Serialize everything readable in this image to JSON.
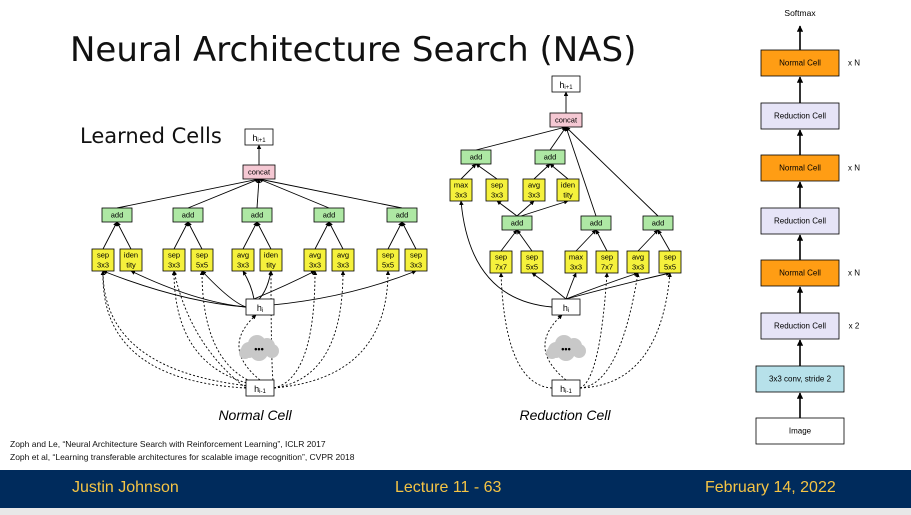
{
  "slide": {
    "title": "Neural Architecture Search (NAS)",
    "subtitle": "Learned Cells",
    "citations": [
      "Zoph and Le, “Neural Architecture Search with Reinforcement Learning”, ICLR 2017",
      "Zoph et al, “Learning transferable architectures for scalable image recognition”, CVPR 2018"
    ]
  },
  "footer": {
    "author": "Justin Johnson",
    "lecture": "Lecture 11 - 63",
    "date": "February 14, 2022"
  },
  "normal_cell": {
    "caption": "Normal Cell",
    "output": "h_{i+1}",
    "concat": "concat",
    "hi": "h_i",
    "hprev": "h_{i-1}",
    "cloud": "•••",
    "adds": [
      "add",
      "add",
      "add",
      "add",
      "add"
    ],
    "ops": [
      [
        "sep",
        "3x3"
      ],
      [
        "iden",
        "tity"
      ],
      [
        "sep",
        "3x3"
      ],
      [
        "sep",
        "5x5"
      ],
      [
        "avg",
        "3x3"
      ],
      [
        "iden",
        "tity"
      ],
      [
        "avg",
        "3x3"
      ],
      [
        "avg",
        "3x3"
      ],
      [
        "sep",
        "5x5"
      ],
      [
        "sep",
        "3x3"
      ]
    ]
  },
  "reduction_cell": {
    "caption": "Reduction Cell",
    "output": "h_{i+1}",
    "concat": "concat",
    "hi": "h_i",
    "hprev": "h_{i-1}",
    "cloud": "•••",
    "adds": [
      "add",
      "add",
      "add",
      "add",
      "add"
    ],
    "upper_ops": [
      [
        "max",
        "3x3"
      ],
      [
        "sep",
        "3x3"
      ],
      [
        "avg",
        "3x3"
      ],
      [
        "iden",
        "tity"
      ]
    ],
    "lower_ops": [
      [
        "sep",
        "7x7"
      ],
      [
        "sep",
        "5x5"
      ],
      [
        "max",
        "3x3"
      ],
      [
        "sep",
        "7x7"
      ],
      [
        "avg",
        "3x3"
      ],
      [
        "sep",
        "5x5"
      ]
    ]
  },
  "stack": {
    "top_label": "Softmax",
    "blocks": [
      {
        "label": "Normal Cell",
        "mult": "x N",
        "kind": "normal"
      },
      {
        "label": "Reduction Cell",
        "mult": "",
        "kind": "reduction"
      },
      {
        "label": "Normal Cell",
        "mult": "x N",
        "kind": "normal"
      },
      {
        "label": "Reduction Cell",
        "mult": "",
        "kind": "reduction"
      },
      {
        "label": "Normal Cell",
        "mult": "x N",
        "kind": "normal"
      },
      {
        "label": "Reduction Cell",
        "mult": "x 2",
        "kind": "reduction"
      },
      {
        "label": "3x3 conv, stride 2",
        "mult": "",
        "kind": "conv"
      },
      {
        "label": "Image",
        "mult": "",
        "kind": "image"
      }
    ]
  },
  "colors": {
    "add": "#aee8a4",
    "op": "#f5f13c",
    "concat": "#f5c8d3",
    "normal": "#ff9d14",
    "reduction": "#e6e4f7",
    "conv": "#b7e1ea",
    "footer_bg": "#002b5c",
    "footer_text": "#f5c445"
  }
}
